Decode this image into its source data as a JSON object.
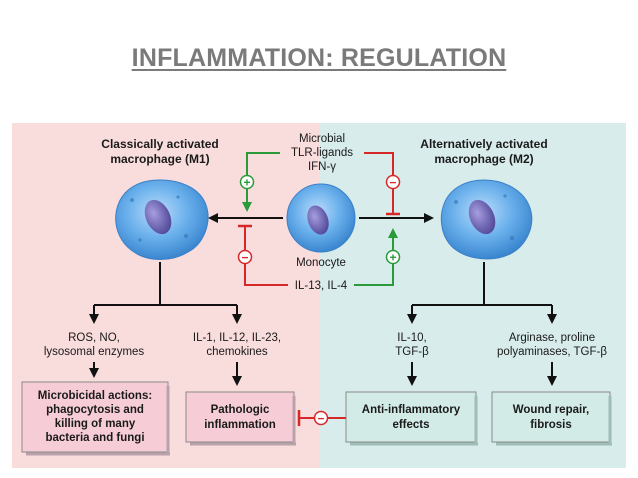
{
  "slide_title": "INFLAMMATION: REGULATION",
  "colors": {
    "m1_panel": "#f9dcdc",
    "m2_panel": "#d8ecec",
    "m1_box": "#f6cdd7",
    "m2_box": "#d2ebe6",
    "inhibit": "#d62828",
    "stimulate": "#2a9a3a",
    "cell_body": "#6ab0ec",
    "nucleus": "#6b63b8"
  },
  "m1": {
    "title_line1": "Classically activated",
    "title_line2": "macrophage (M1)",
    "product_left_line1": "ROS, NO,",
    "product_left_line2": "lysosomal enzymes",
    "product_right_line1": "IL-1, IL-12, IL-23,",
    "product_right_line2": "chemokines",
    "effect_left_line1": "Microbicidal actions:",
    "effect_left_line2": "phagocytosis and",
    "effect_left_line3": "killing of many",
    "effect_left_line4": "bacteria and fungi",
    "effect_right_line1": "Pathologic",
    "effect_right_line2": "inflammation"
  },
  "m2": {
    "title_line1": "Alternatively activated",
    "title_line2": "macrophage (M2)",
    "product_left_line1": "IL-10,",
    "product_left_line2": "TGF-β",
    "product_right_line1": "Arginase, proline",
    "product_right_line2": "polyaminases, TGF-β",
    "effect_left_line1": "Anti-inflammatory",
    "effect_left_line2": "effects",
    "effect_right_line1": "Wound repair,",
    "effect_right_line2": "fibrosis"
  },
  "center": {
    "stimuli_line1": "Microbial",
    "stimuli_line2": "TLR-ligands",
    "stimuli_line3": "IFN-γ",
    "monocyte_label": "Monocyte",
    "cytokines_label": "IL-13, IL-4"
  },
  "signs": {
    "plus": "+",
    "minus": "−"
  }
}
